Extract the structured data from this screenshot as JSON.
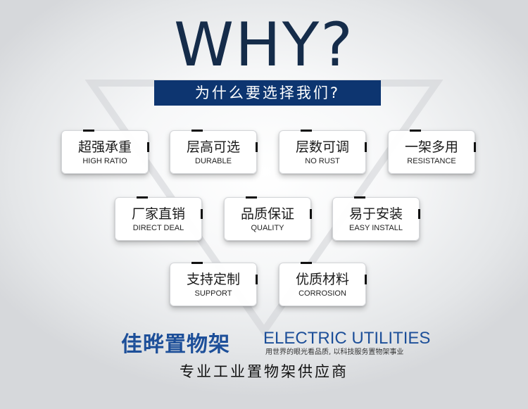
{
  "header": {
    "title": "WHY?",
    "subtitle": "为什么要选择我们?"
  },
  "features": [
    {
      "cn": "超强承重",
      "en": "HIGH RATIO"
    },
    {
      "cn": "层高可选",
      "en": "DURABLE"
    },
    {
      "cn": "层数可调",
      "en": "NO RUST"
    },
    {
      "cn": "一架多用",
      "en": "RESISTANCE"
    },
    {
      "cn": "厂家直销",
      "en": "DIRECT DEAL"
    },
    {
      "cn": "品质保证",
      "en": "QUALITY"
    },
    {
      "cn": "易于安装",
      "en": "EASY INSTALL"
    },
    {
      "cn": "支持定制",
      "en": "SUPPORT"
    },
    {
      "cn": "优质材料",
      "en": "CORROSION"
    }
  ],
  "brand": {
    "name_cn": "佳晔置物架",
    "name_en": "ELECTRIC UTILITIES",
    "slogan": "用世界的眼光看品质, 以科技服务置物架事业",
    "tagline": "专业工业置物架供应商"
  },
  "colors": {
    "accent": "#0d3570",
    "brand_blue": "#1d4f99",
    "title": "#152c4a"
  }
}
